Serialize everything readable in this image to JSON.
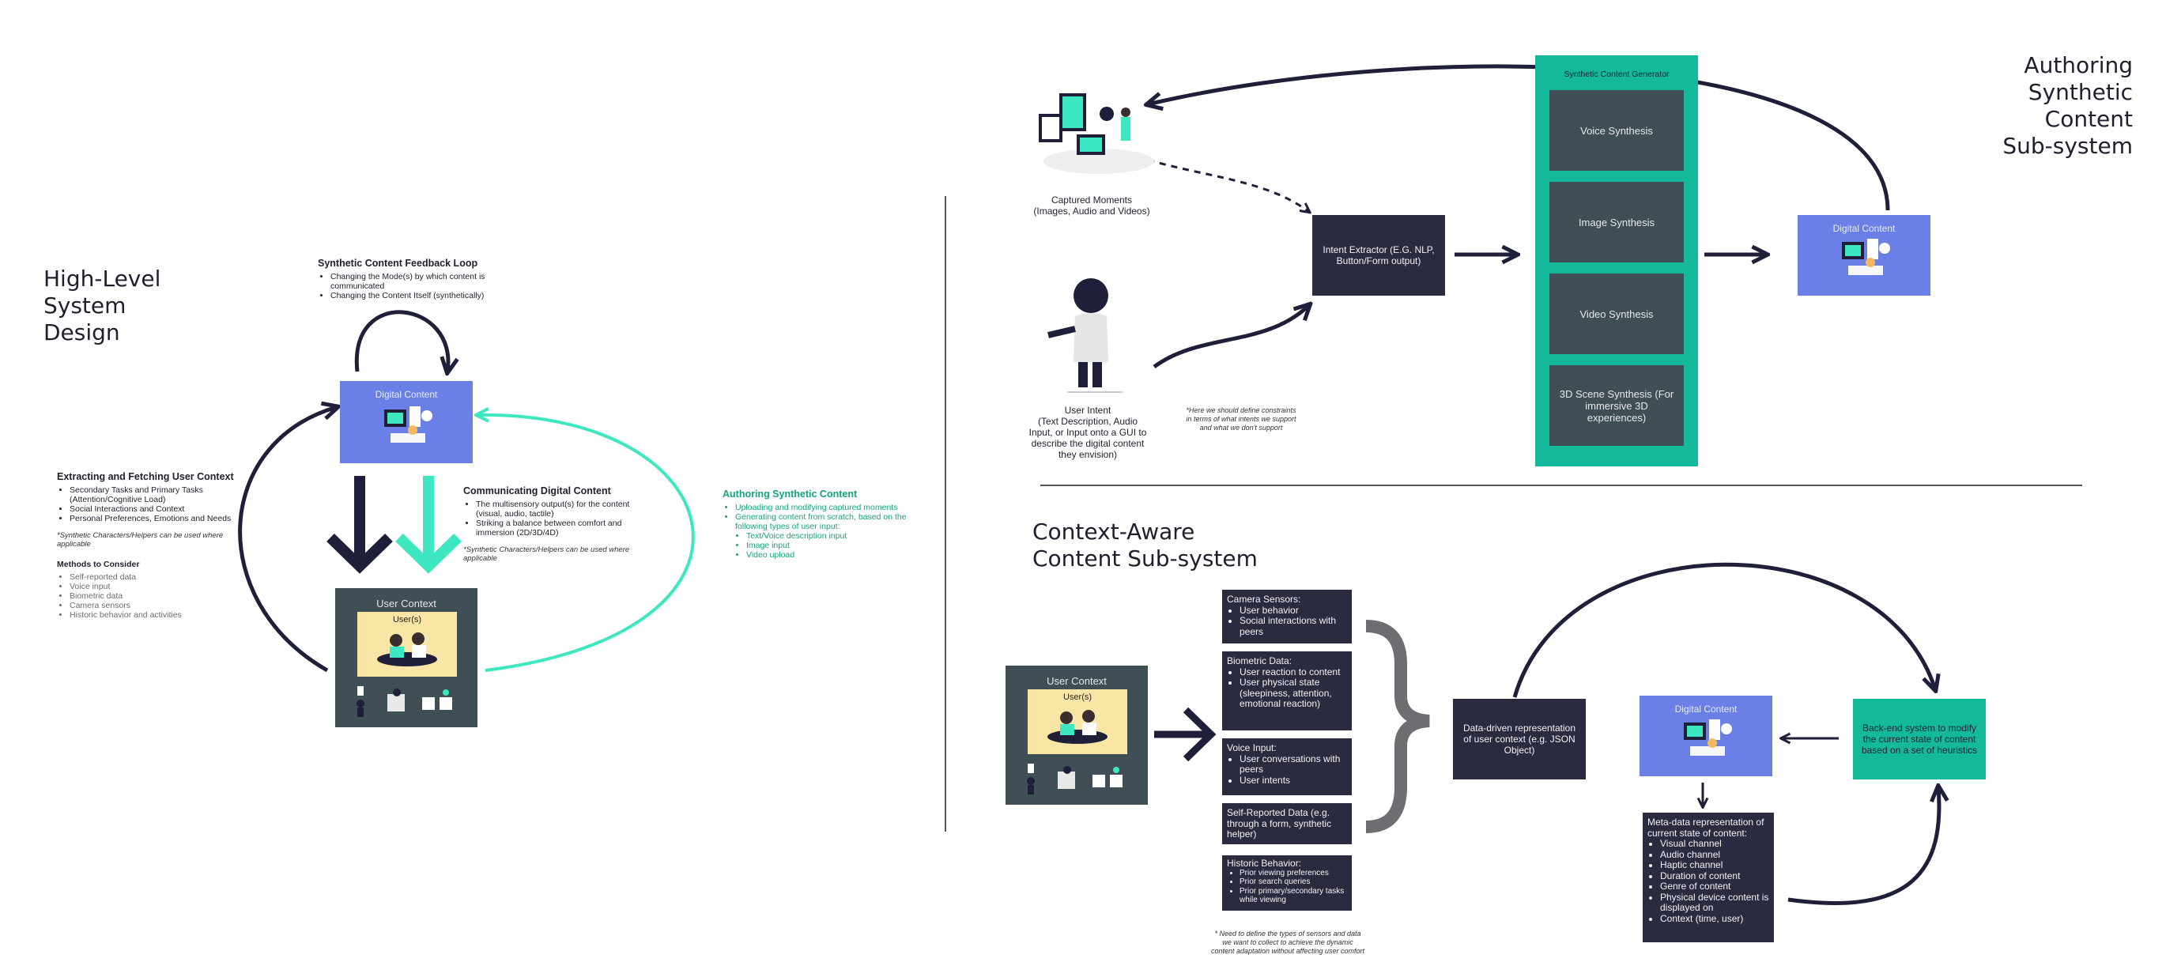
{
  "left": {
    "title": [
      "High-Level",
      "System",
      "Design"
    ],
    "feedback": {
      "heading": "Synthetic Content Feedback Loop",
      "items": [
        "Changing the Mode(s) by which content is communicated",
        "Changing the Content Itself (synthetically)"
      ]
    },
    "digital_content": "Digital Content",
    "user_context": "User Context",
    "users_label": "User(s)",
    "extract": {
      "heading": "Extracting and Fetching User Context",
      "items": [
        "Secondary Tasks and Primary Tasks (Attention/Cognitive Load)",
        "Social Interactions and Context",
        "Personal Preferences, Emotions and Needs"
      ],
      "note": "*Synthetic Characters/Helpers can be used where applicable",
      "methods_heading": "Methods to Consider",
      "methods": [
        "Self-reported data",
        "Voice input",
        "Biometric data",
        "Camera sensors",
        "Historic behavior and activities"
      ]
    },
    "communicating": {
      "heading": "Communicating Digital Content",
      "items": [
        "The multisensory output(s) for the content (visual, audio, tactile)",
        "Striking a balance between comfort and immersion (2D/3D/4D)"
      ],
      "note": "*Synthetic Characters/Helpers can be used where applicable"
    },
    "authoring": {
      "heading": "Authoring Synthetic Content",
      "items": [
        "Uploading and modifying captured moments",
        "Generating content from scratch, based on the following types of user input:"
      ],
      "subitems": [
        "Text/Voice description input",
        "Image input",
        "Video upload"
      ]
    }
  },
  "authoring_sys": {
    "title": [
      "Authoring",
      "Synthetic",
      "Content",
      "Sub-system"
    ],
    "captured": [
      "Captured Moments",
      "(Images, Audio and Videos)"
    ],
    "user_intent": [
      "User Intent",
      "(Text Description, Audio",
      "Input, or Input onto a GUI to",
      "describe the digital content",
      "they envision)"
    ],
    "intent_note": [
      "*Here we should define constraints",
      "in terms of what intents we support",
      "and what we don't support"
    ],
    "extractor": "Intent Extractor (E.G. NLP, Button/Form output)",
    "generator_title": "Synthetic Content Generator",
    "generators": [
      "Voice Synthesis",
      "Image Synthesis",
      "Video Synthesis",
      "3D Scene Synthesis (For immersive 3D experiences)"
    ],
    "digital_content": "Digital Content"
  },
  "context_sys": {
    "title": [
      "Context-Aware",
      "Content Sub-system"
    ],
    "user_context": "User Context",
    "users_label": "User(s)",
    "sensors": [
      {
        "title": "Camera Sensors:",
        "items": [
          "User behavior",
          "Social interactions with peers"
        ]
      },
      {
        "title": "Biometric Data:",
        "items": [
          "User reaction to content",
          "User physical state (sleepiness, attention, emotional reaction)"
        ]
      },
      {
        "title": "Voice Input:",
        "items": [
          "User conversations with peers",
          "User intents"
        ]
      },
      {
        "title": "Self-Reported Data (e.g. through a form, synthetic helper)",
        "items": []
      },
      {
        "title": "Historic Behavior:",
        "items": [
          "Prior viewing preferences",
          "Prior search queries",
          "Prior primary/secondary tasks while viewing"
        ]
      }
    ],
    "sensor_note": [
      "* Need to define the types of sensors and data",
      "we want to collect to achieve the dynamic",
      "content adaptation without affecting user comfort"
    ],
    "data_driven": "Data-driven representation of user context (e.g. JSON Object)",
    "digital_content": "Digital Content",
    "backend": "Back-end system to modify the current state of content based on a set of heuristics",
    "metadata": {
      "title": "Meta-data representation of current state of content:",
      "items": [
        "Visual channel",
        "Audio channel",
        "Haptic channel",
        "Duration of content",
        "Genre of content",
        "Physical device content is displayed on",
        "Context (time, user)"
      ]
    }
  },
  "colors": {
    "navy": "#1f1f3a",
    "teal": "#14b99b",
    "mint": "#3de8c0",
    "blue": "#6b80e6",
    "slate": "#3f4f55",
    "dark": "#2b2b3f"
  }
}
